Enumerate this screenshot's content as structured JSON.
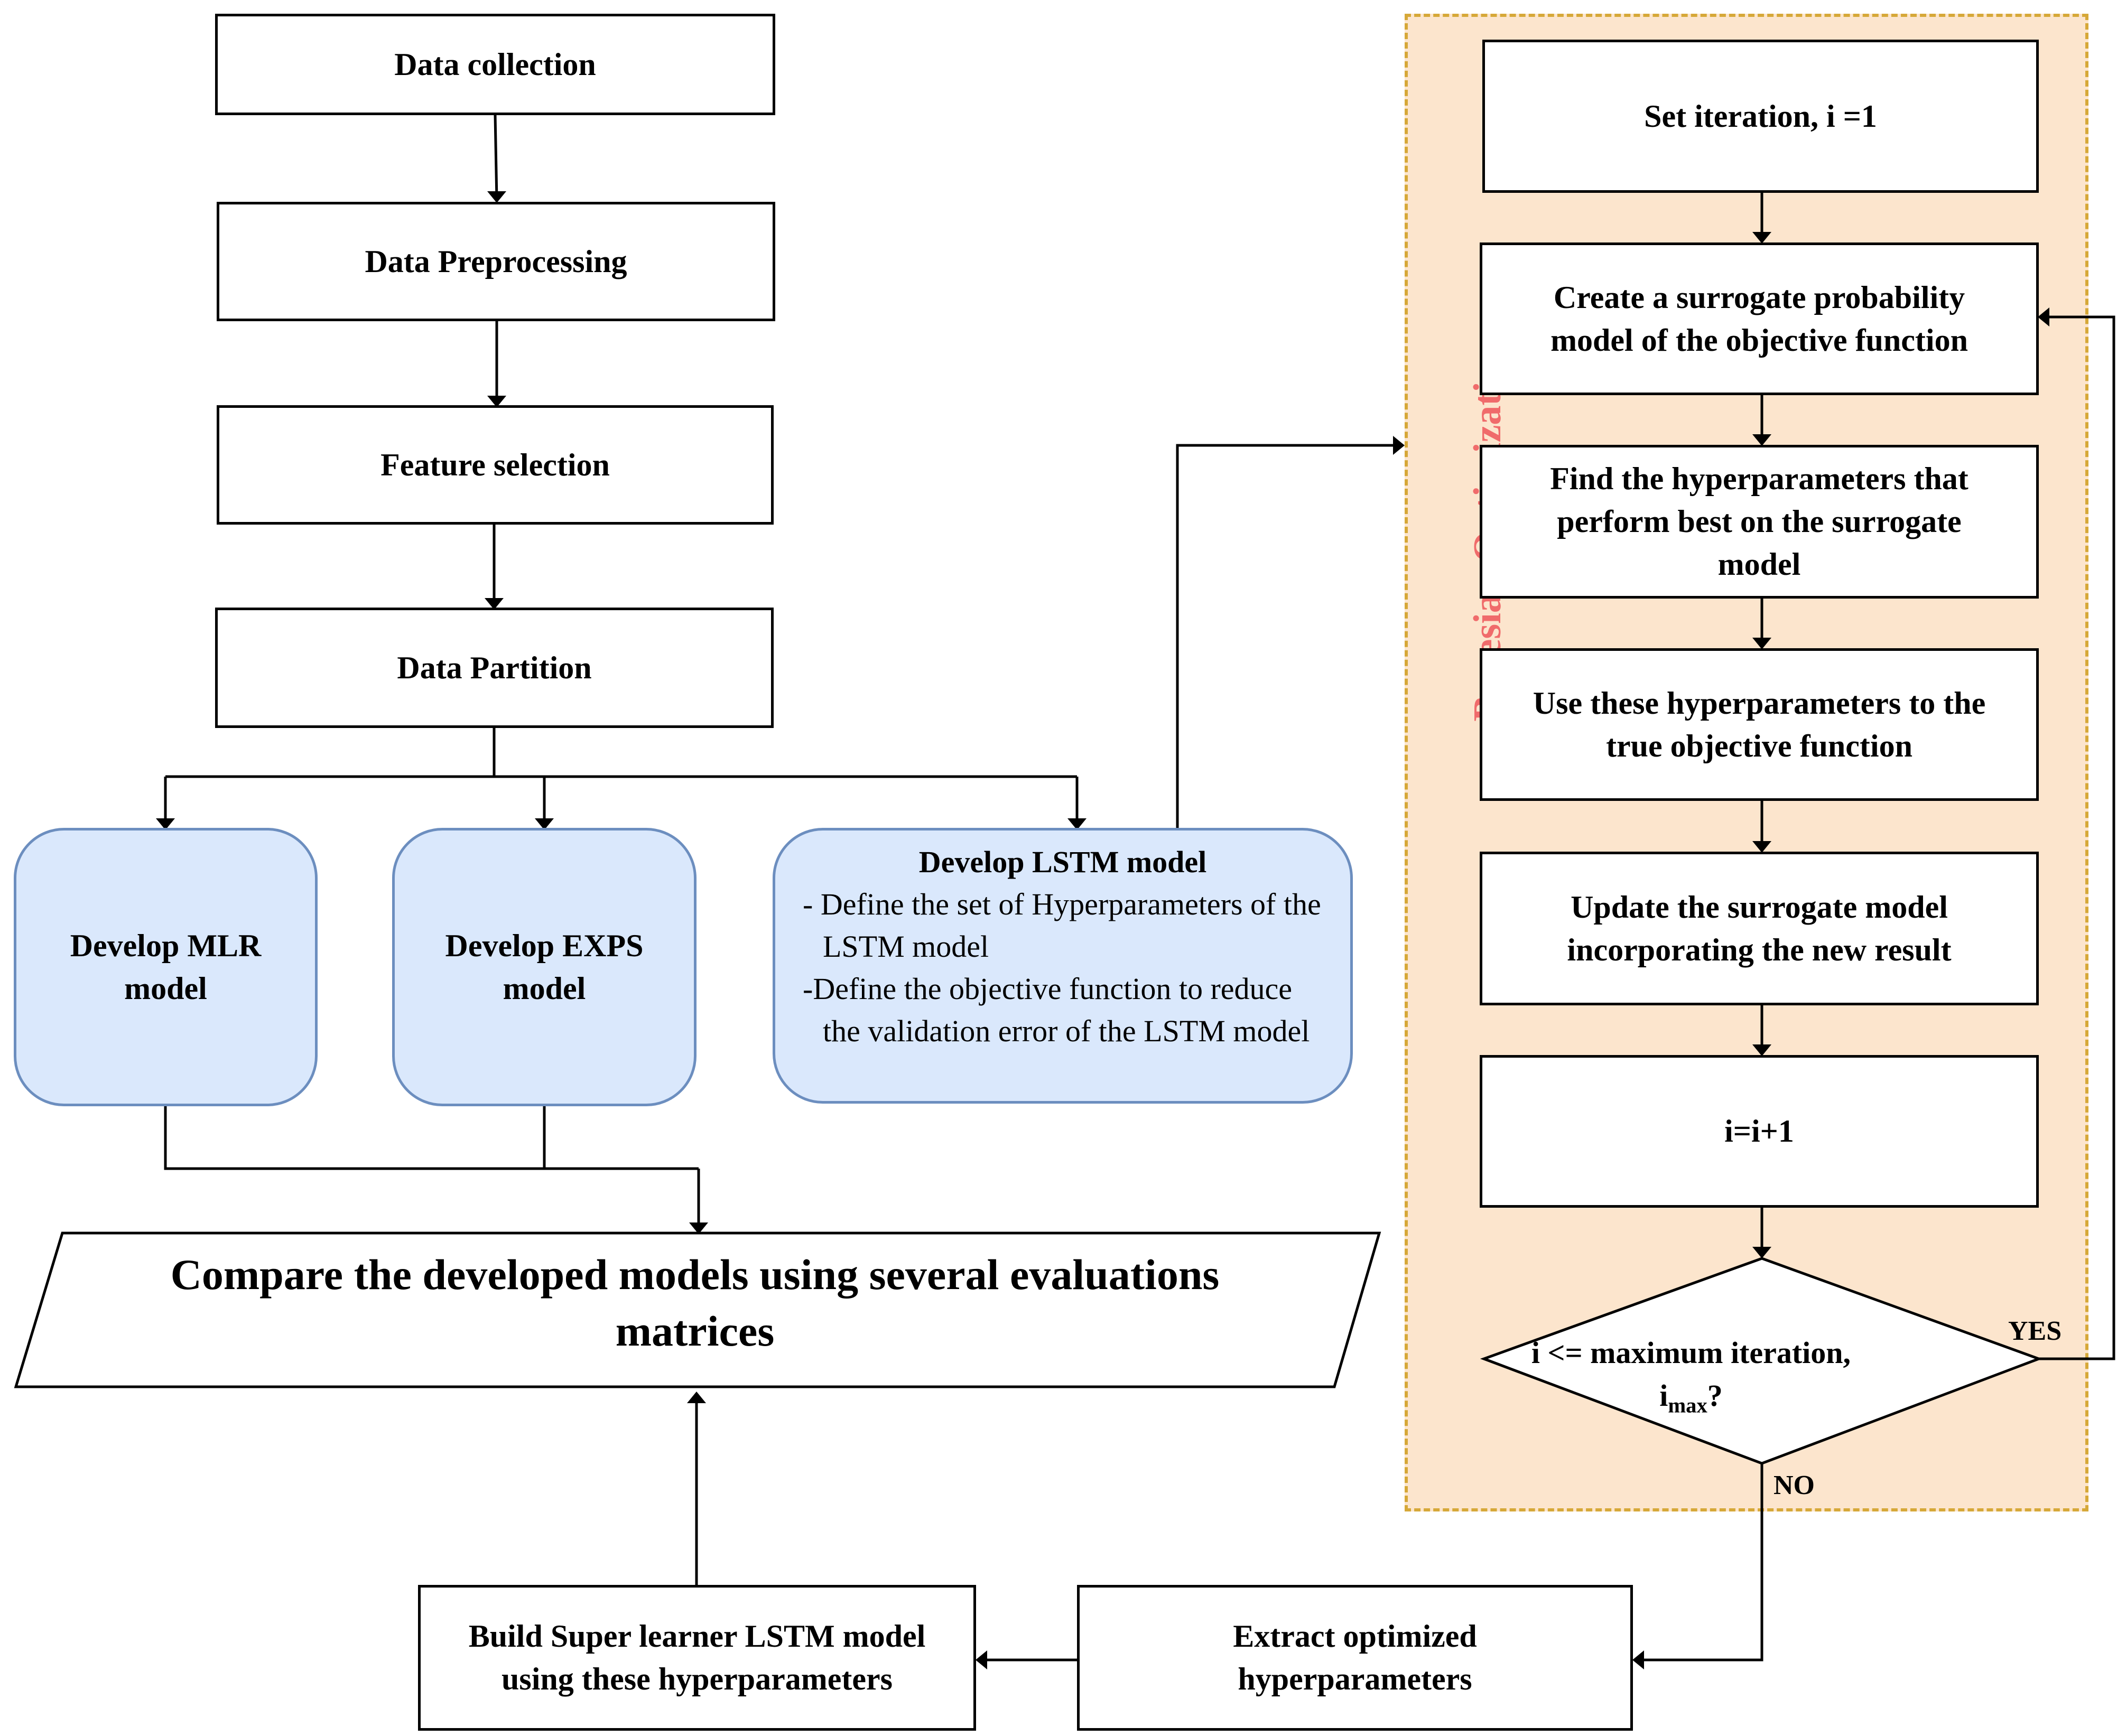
{
  "nodes": {
    "data_collection": "Data collection",
    "data_preprocessing": "Data Preprocessing",
    "feature_selection": "Feature selection",
    "data_partition": "Data Partition",
    "develop_mlr_line1": "Develop MLR",
    "develop_mlr_line2": "model",
    "develop_exps_line1": "Develop EXPS",
    "develop_exps_line2": "model",
    "develop_lstm_title": "Develop LSTM model",
    "develop_lstm_bullet1": "- Define the set of Hyperparameters of the LSTM model",
    "develop_lstm_bullet2": "-Define the objective function to reduce the validation error of the LSTM model",
    "compare_line1": "Compare the developed models using several evaluations",
    "compare_line2": "matrices",
    "build_super_line1": "Build Super learner LSTM model",
    "build_super_line2": "using these hyperparameters",
    "extract_line1": "Extract optimized",
    "extract_line2": "hyperparameters"
  },
  "bayesian": {
    "label": "Bayesian Optimization",
    "set_iteration": "Set iteration, i =1",
    "create_surrogate_line1": "Create a surrogate probability",
    "create_surrogate_line2": "model of the objective function",
    "find_hyper_line1": "Find the hyperparameters that",
    "find_hyper_line2": "perform best on the surrogate",
    "find_hyper_line3": "model",
    "use_hyper_line1": "Use these hyperparameters to the",
    "use_hyper_line2": "true objective function",
    "update_line1": "Update the surrogate model",
    "update_line2": "incorporating the new result",
    "increment": "i=i+1",
    "decision_line1": "i <= maximum iteration,",
    "decision_line2_base": "i",
    "decision_line2_sub": "max",
    "decision_line2_end": "?",
    "yes": "YES",
    "no": "NO"
  },
  "colors": {
    "model_box_fill": "#dae8fc",
    "model_box_border": "#6c8ebf",
    "region_fill": "#fce5cd",
    "region_border": "#d6a838",
    "region_label": "#f06b6b"
  }
}
